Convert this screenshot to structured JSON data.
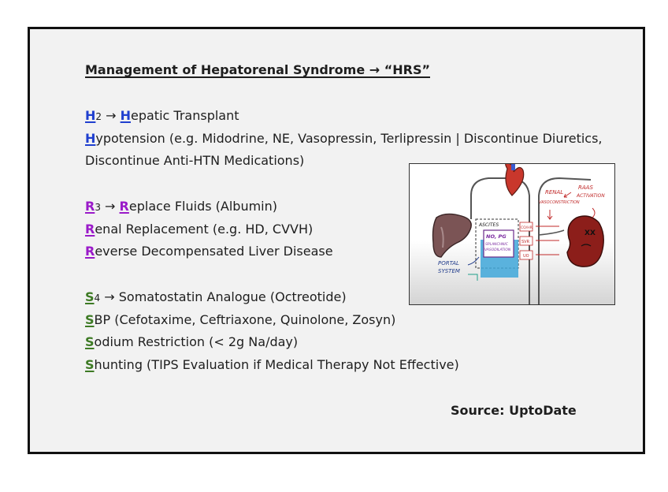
{
  "title": "Management of Hepatorenal Syndrome → “HRS”",
  "sections": {
    "h": {
      "lines": [
        {
          "letter": "H",
          "sub": "2",
          "rest": " → ",
          "letter2": "H",
          "rest2": "epatic Transplant"
        },
        {
          "letter": "H",
          "rest": "ypotension (e.g. Midodrine, NE, Vasopressin, Terlipressin | Discontinue Diuretics,"
        },
        {
          "rest": "Discontinue Anti-HTN Medications)"
        }
      ]
    },
    "r": {
      "lines": [
        {
          "letter": "R",
          "sub": "3",
          "rest": " → ",
          "letter2": "R",
          "rest2": "eplace Fluids (Albumin)"
        },
        {
          "letter": "R",
          "rest": "enal Replacement (e.g. HD, CVVH)"
        },
        {
          "letter": "R",
          "rest": "everse Decompensated Liver Disease"
        }
      ]
    },
    "s": {
      "lines": [
        {
          "letter": "S",
          "sub": "4",
          "rest": " → Somatostatin Analogue (Octreotide)"
        },
        {
          "letter": "S",
          "rest": "BP (Cefotaxime, Ceftriaxone, Quinolone, Zosyn)"
        },
        {
          "letter": "S",
          "rest": "odium Restriction (< 2g Na/day)"
        },
        {
          "letter": "S",
          "rest": "hunting (TIPS Evaluation if Medical Therapy Not Effective)"
        }
      ]
    }
  },
  "source": "Source: UptoDate",
  "illustration": {
    "labels": {
      "renal": "RENAL",
      "vaso": "VASOCONSTRICTION",
      "raas": "RAAS",
      "activation": "ACTIVATION",
      "ascites": "ASCITES",
      "no": "NO, PG",
      "splanchnic": "SPLANCHNIC",
      "vasodilation": "VASODILATION",
      "portal": "PORTAL",
      "system": "SYSTEM",
      "bubble1": "CO/HR",
      "bubble2": "SVR",
      "bubble3": "UO",
      "face": "XX"
    }
  },
  "colors": {
    "h": "#1f3fcf",
    "r": "#9a1ac9",
    "s": "#3d7a24"
  }
}
